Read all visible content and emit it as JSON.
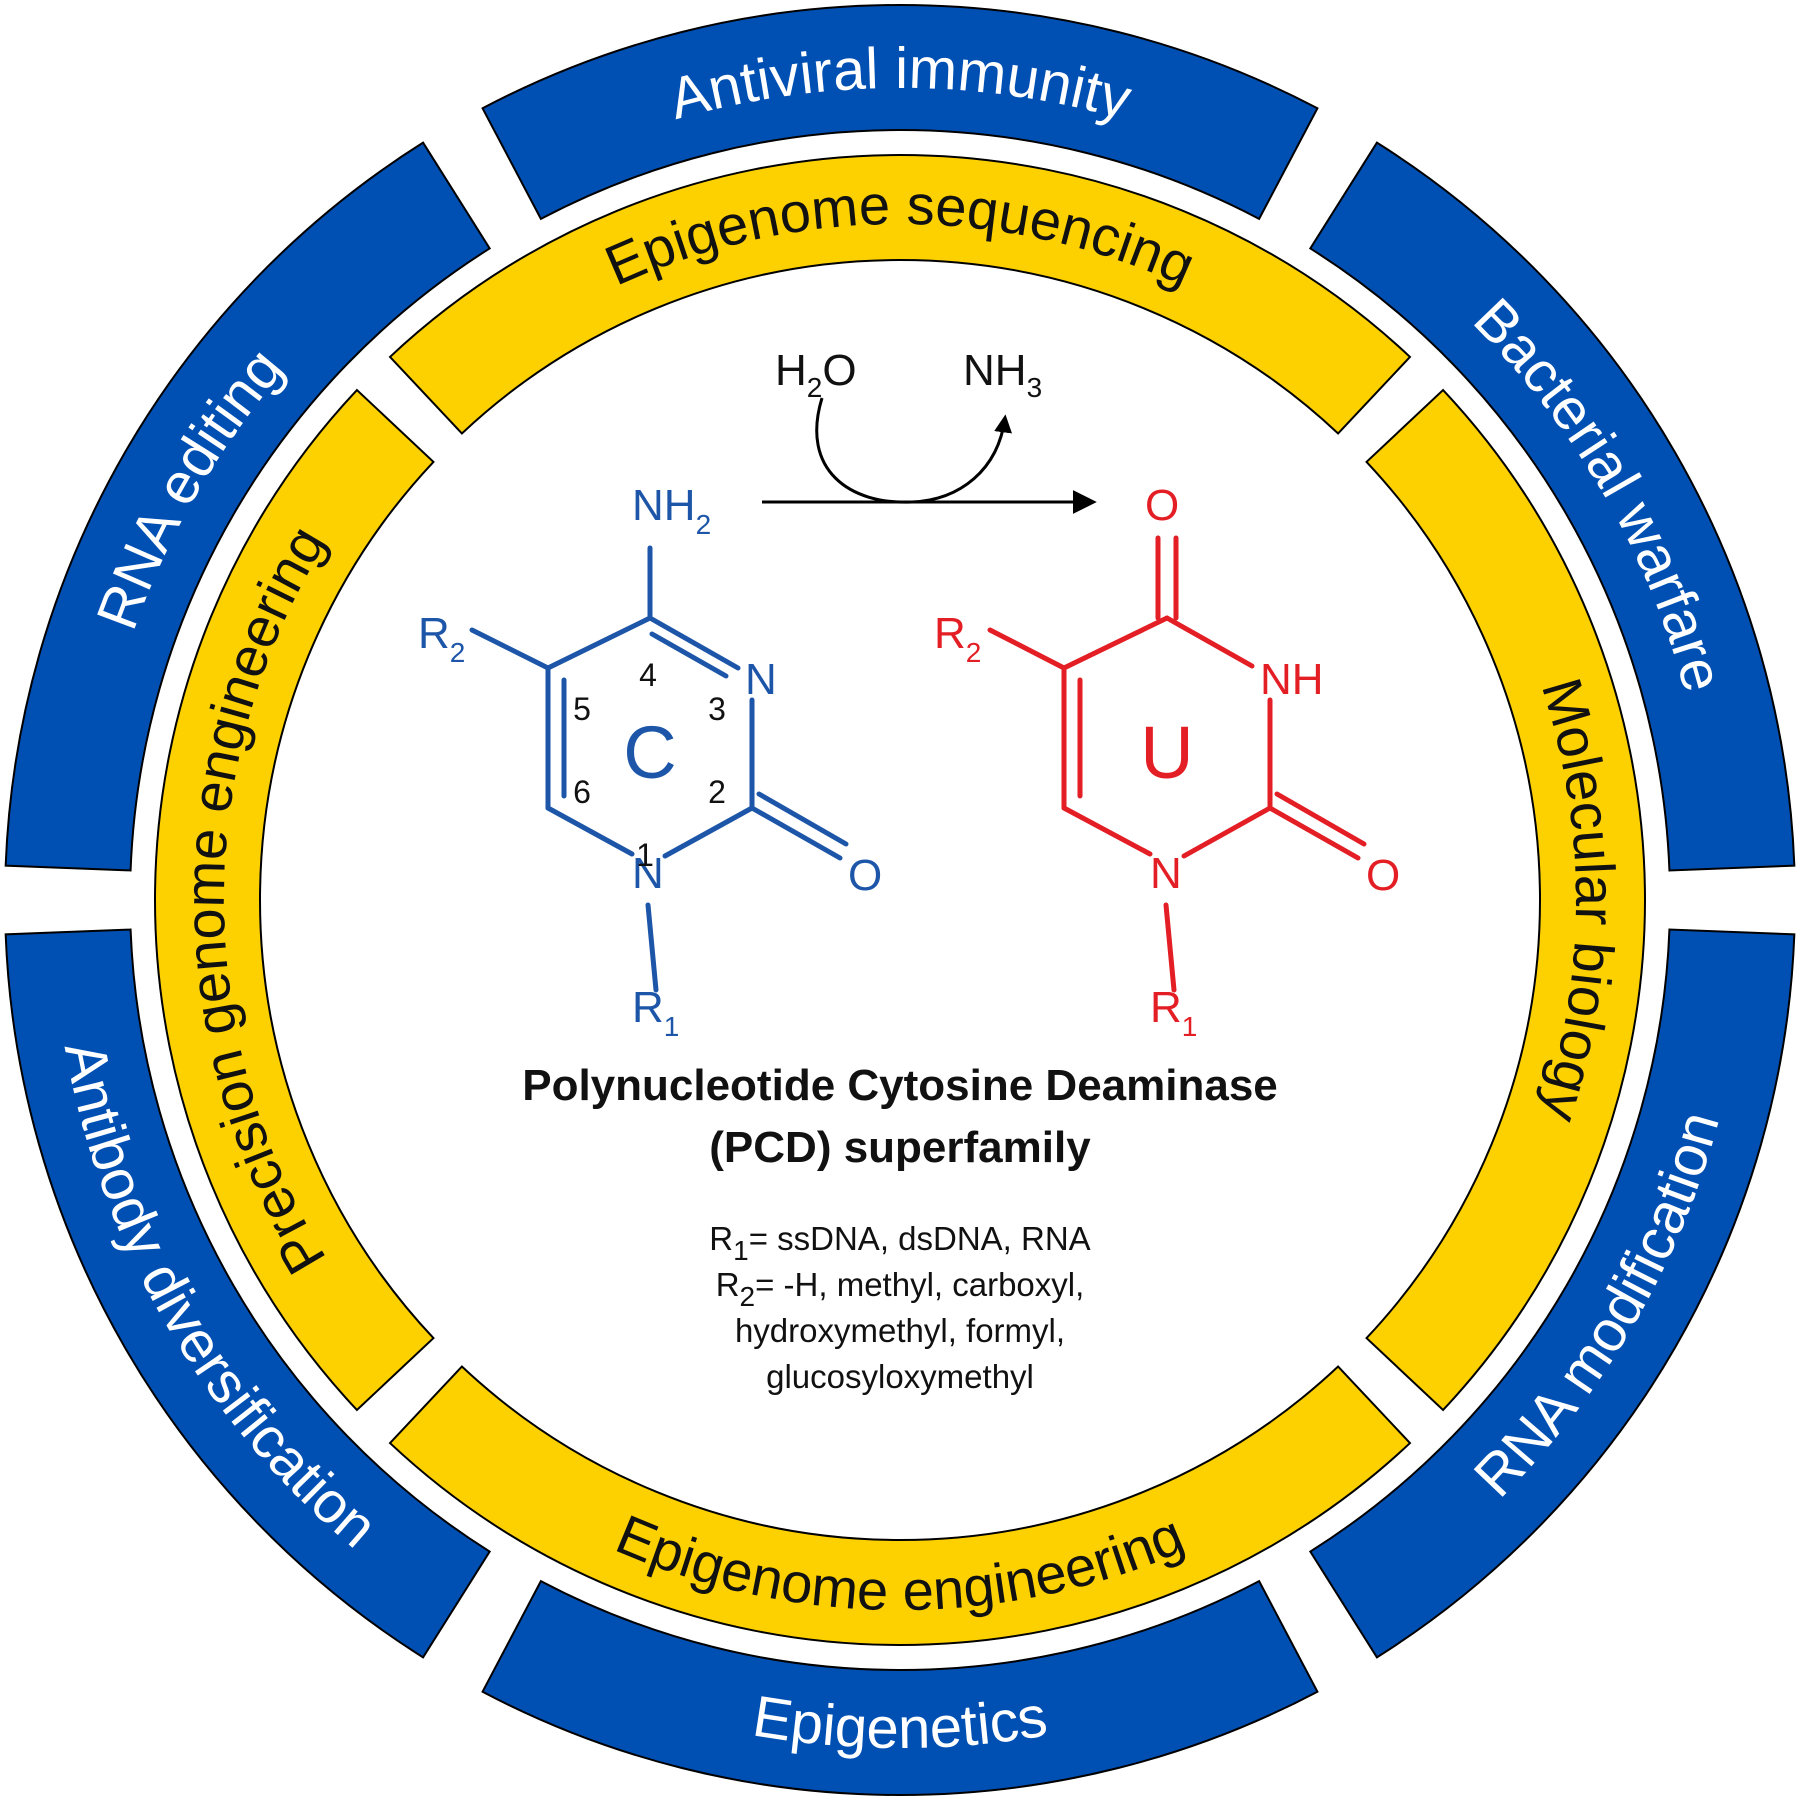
{
  "outer_ring": {
    "color": "#0050B4",
    "segments": [
      {
        "label": "Antiviral immunity"
      },
      {
        "label": "Bacterial warfare"
      },
      {
        "label": "RNA modification"
      },
      {
        "label": "Epigenetics"
      },
      {
        "label": "Antibody diversification"
      },
      {
        "label": "RNA editing"
      }
    ]
  },
  "inner_ring": {
    "color": "#FDD000",
    "segments": [
      {
        "label": "Epigenome sequencing"
      },
      {
        "label": "Molecular biology"
      },
      {
        "label": "Epigenome engineering"
      },
      {
        "label": "Precision genome engineering"
      }
    ]
  },
  "reaction": {
    "reactant_in": "H",
    "reactant_in_sub": "2",
    "reactant_in_tail": "O",
    "product_out": "NH",
    "product_out_sub": "3"
  },
  "cytosine": {
    "color": "#1D56A8",
    "center_label": "C",
    "nh2": "NH",
    "nh2_sub": "2",
    "n3": "N",
    "n1": "N",
    "o2": "O",
    "r2": "R",
    "r2_sub": "2",
    "r1": "R",
    "r1_sub": "1",
    "positions": [
      "1",
      "2",
      "3",
      "4",
      "5",
      "6"
    ]
  },
  "uracil": {
    "color": "#E31E24",
    "center_label": "U",
    "o4": "O",
    "nh3": "NH",
    "n1": "N",
    "o2": "O",
    "r2": "R",
    "r2_sub": "2",
    "r1": "R",
    "r1_sub": "1"
  },
  "title": {
    "line1": "Polynucleotide Cytosine Deaminase",
    "line2": "(PCD) superfamily"
  },
  "legend": {
    "r1_label": "R",
    "r1_sub": "1",
    "r1_text": "= ssDNA, dsDNA, RNA",
    "r2_label": "R",
    "r2_sub": "2",
    "r2_text": "= -H, methyl, carboxyl,",
    "line3": "hydroxymethyl, formyl,",
    "line4": "glucosyloxymethyl"
  }
}
